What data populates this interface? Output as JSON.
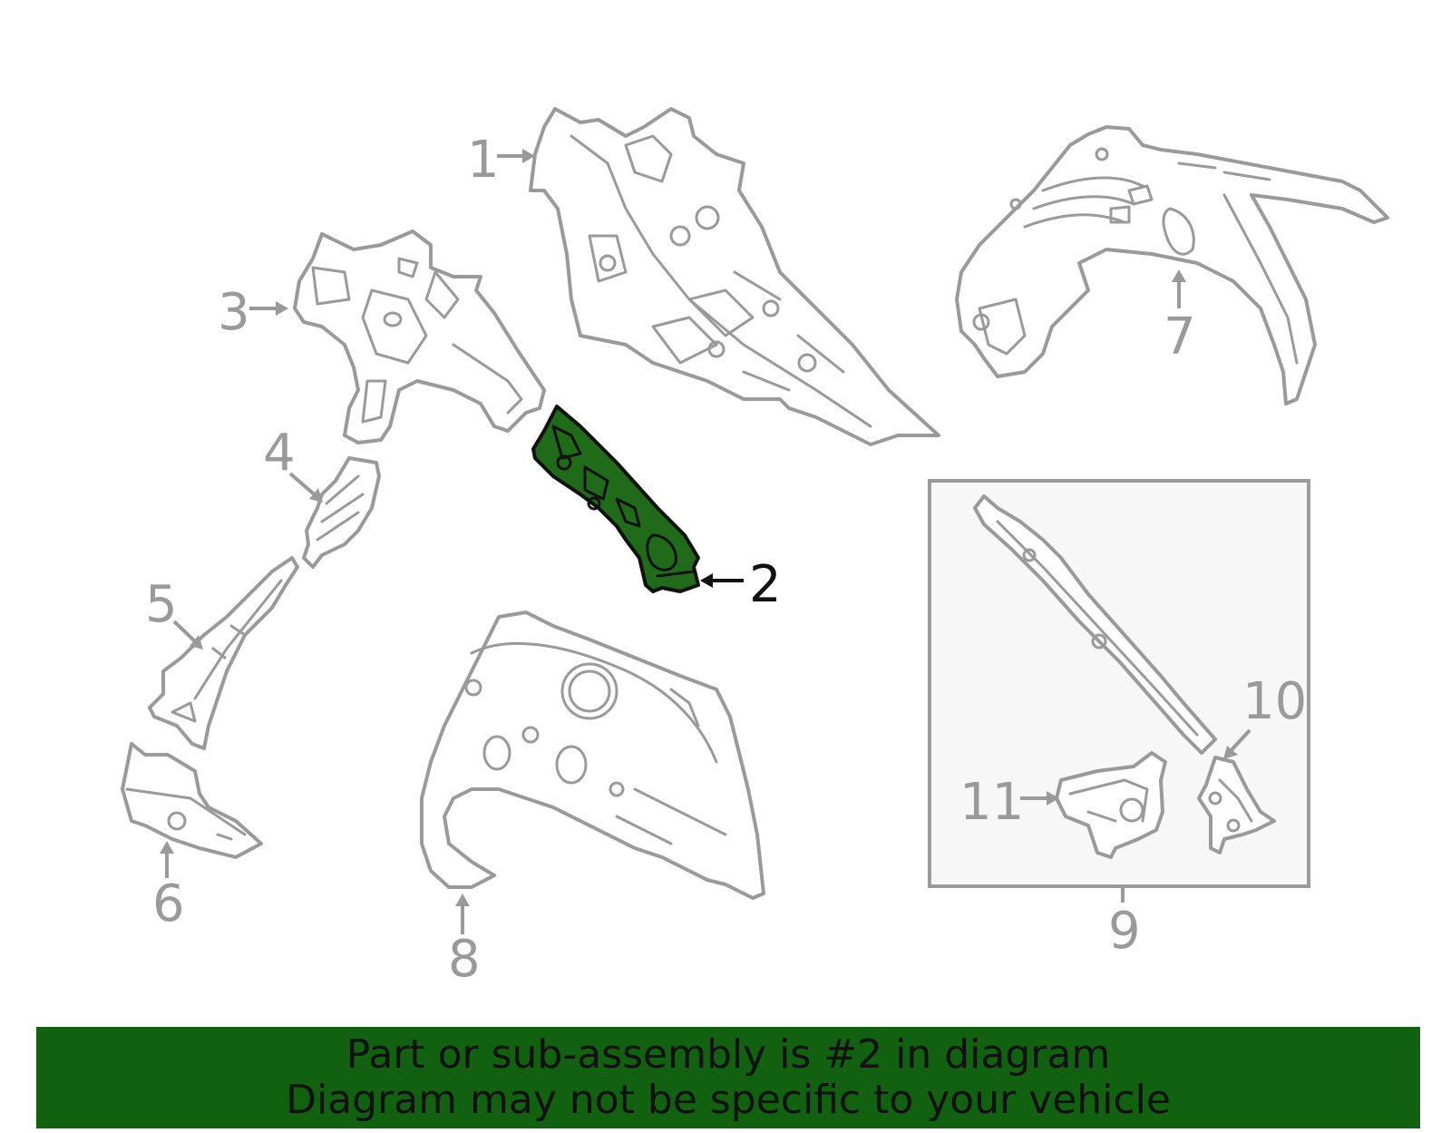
{
  "colors": {
    "highlight_fill": "#1f6b1a",
    "banner_background": "#116111",
    "line_gray": "#9a9a9a",
    "text_dark": "#111111"
  },
  "callouts": {
    "c1": "1",
    "c2": "2",
    "c3": "3",
    "c4": "4",
    "c5": "5",
    "c6": "6",
    "c7": "7",
    "c8": "8",
    "c9": "9",
    "c10": "10",
    "c11": "11"
  },
  "highlighted_part": "2",
  "banner": {
    "line1": "Part or sub-assembly is #2 in diagram",
    "line2": "Diagram may not be specific to your vehicle"
  }
}
